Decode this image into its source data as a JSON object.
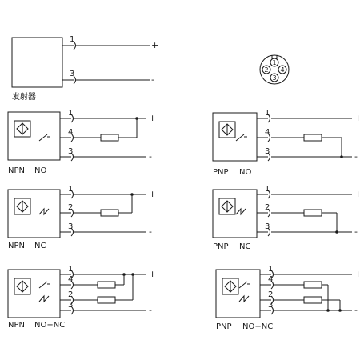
{
  "colors": {
    "ink": "#1a1a1a",
    "background": "#ffffff"
  },
  "emitter": {
    "label": "发射器",
    "pin_top": "1",
    "pin_bottom": "3",
    "sign_top": "+",
    "sign_bottom": "-"
  },
  "connector": {
    "pins": [
      "1",
      "2",
      "3",
      "4"
    ],
    "icon": "m12-connector-pinout-icon"
  },
  "sensors": [
    {
      "id": "npn-no",
      "type_label": "NPN",
      "mode_label": "NO",
      "pins": [
        "1",
        "4",
        "3"
      ],
      "sign_top": "+",
      "sign_bottom": "-"
    },
    {
      "id": "pnp-no",
      "type_label": "PNP",
      "mode_label": "NO",
      "pins": [
        "1",
        "4",
        "3"
      ],
      "sign_top": "+",
      "sign_bottom": "-"
    },
    {
      "id": "npn-nc",
      "type_label": "NPN",
      "mode_label": "NC",
      "pins": [
        "1",
        "2",
        "3"
      ],
      "sign_top": "+",
      "sign_bottom": "-"
    },
    {
      "id": "pnp-nc",
      "type_label": "PNP",
      "mode_label": "NC",
      "pins": [
        "1",
        "2",
        "3"
      ],
      "sign_top": "+",
      "sign_bottom": "-"
    },
    {
      "id": "npn-nonc",
      "type_label": "NPN",
      "mode_label": "NO+NC",
      "pins": [
        "1",
        "4",
        "2",
        "3"
      ],
      "sign_top": "+",
      "sign_bottom": "-"
    },
    {
      "id": "pnp-nonc",
      "type_label": "PNP",
      "mode_label": "NO+NC",
      "pins": [
        "1",
        "4",
        "2",
        "3"
      ],
      "sign_top": "+",
      "sign_bottom": "-"
    }
  ]
}
